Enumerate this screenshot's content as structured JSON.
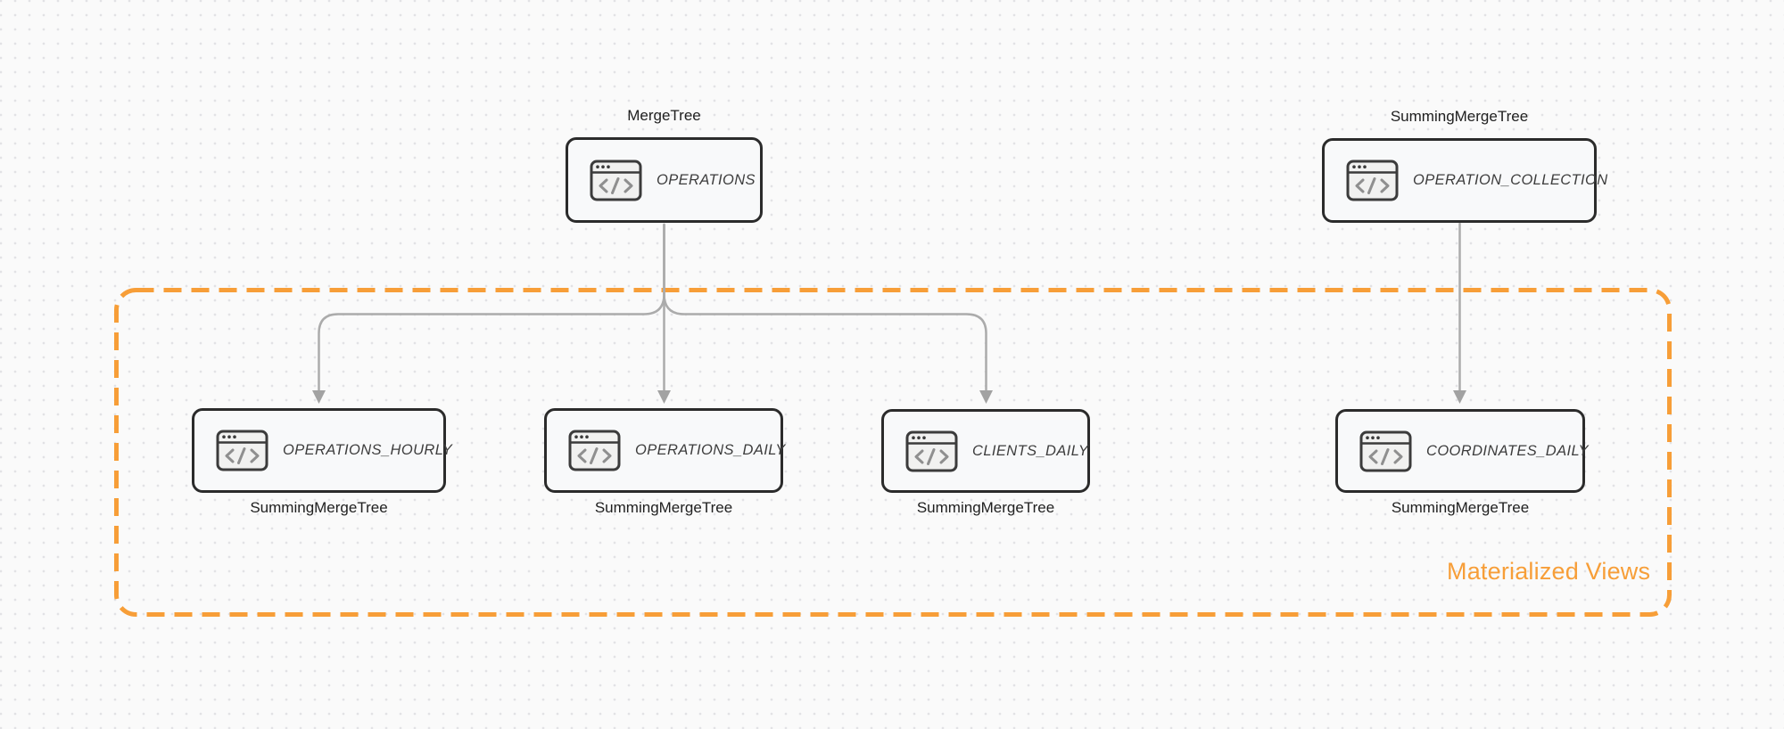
{
  "canvas": {
    "background_color": "#fafafa",
    "dot_grid_color": "#e2e2e5"
  },
  "group": {
    "label": "Materialized Views",
    "border_color": "#F79E38",
    "border_style": "dashed"
  },
  "nodes": [
    {
      "id": "operations",
      "title": "OPERATIONS",
      "engine": "MergeTree",
      "engine_label_position": "top"
    },
    {
      "id": "operation-collection",
      "title": "OPERATION_COLLECTION",
      "engine": "SummingMergeTree",
      "engine_label_position": "top"
    },
    {
      "id": "operations-hourly",
      "title": "OPERATIONS_HOURLY",
      "engine": "SummingMergeTree",
      "engine_label_position": "bottom"
    },
    {
      "id": "operations-daily",
      "title": "OPERATIONS_DAILY",
      "engine": "SummingMergeTree",
      "engine_label_position": "bottom"
    },
    {
      "id": "clients-daily",
      "title": "CLIENTS_DAILY",
      "engine": "SummingMergeTree",
      "engine_label_position": "bottom"
    },
    {
      "id": "coordinates-daily",
      "title": "COORDINATES_DAILY",
      "engine": "SummingMergeTree",
      "engine_label_position": "bottom"
    }
  ],
  "edges": [
    {
      "from": "operations",
      "to": "operations-hourly"
    },
    {
      "from": "operations",
      "to": "operations-daily"
    },
    {
      "from": "operations",
      "to": "clients-daily"
    },
    {
      "from": "operation-collection",
      "to": "coordinates-daily"
    }
  ],
  "icon": {
    "name": "code-window-icon",
    "glyph": "</>"
  },
  "colors": {
    "card_border": "#2b2b2b",
    "card_fill": "#f8f9fa",
    "arrow": "#ababab",
    "title_text": "#3d3d3d",
    "engine_label_text": "#202020",
    "icon_glyph": "#8f8f8f",
    "accent_orange": "#F79E38"
  }
}
